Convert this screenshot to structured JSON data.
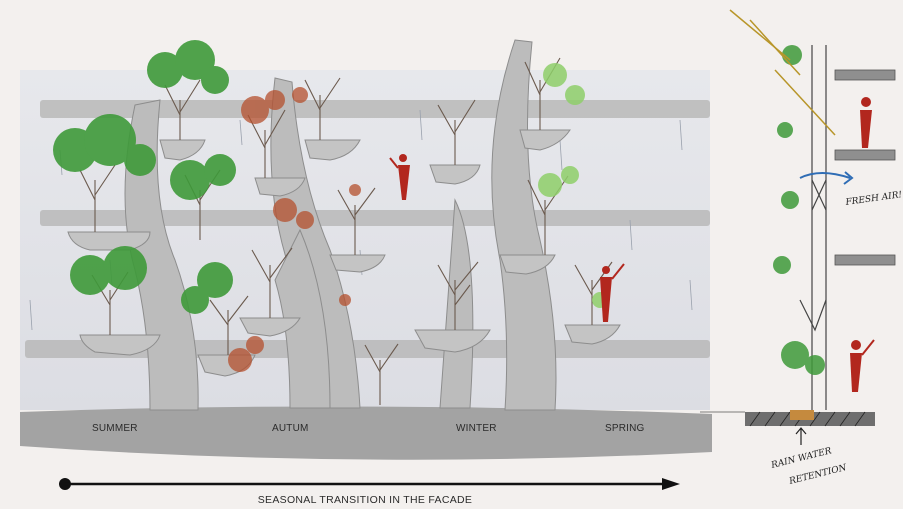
{
  "seasons": [
    "SUMMER",
    "AUTUM",
    "WINTER",
    "SPRING"
  ],
  "caption": "SEASONAL TRANSITION IN THE FACADE",
  "side_notes": {
    "fresh_air": "FRESH AIR!",
    "rain_water_line1": "RAIN WATER",
    "rain_water_line2": "RETENTION"
  },
  "colors": {
    "paper": "#f3f0ee",
    "concrete": "#bdbdbd",
    "slab": "#a9a9a9",
    "ground": "#9f9f9f",
    "leaf_green": "#3f9a3a",
    "leaf_light": "#8fcf6a",
    "leaf_autumn": "#b5502e",
    "figure_red": "#b2271e",
    "sun_ray": "#b8962a",
    "air_blue": "#2f6db5"
  }
}
